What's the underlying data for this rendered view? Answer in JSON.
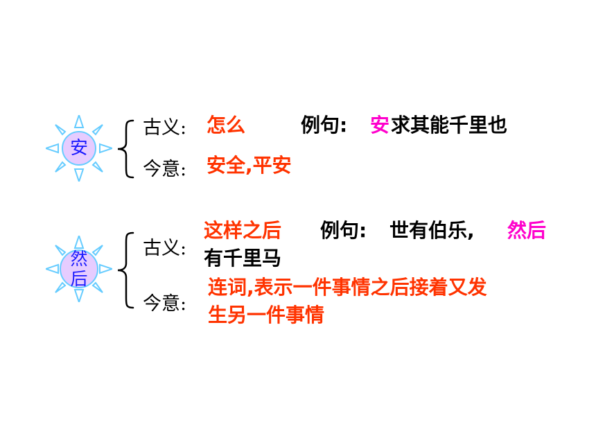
{
  "colors": {
    "sun_fill": "#e6ccff",
    "sun_rays": "#66ccff",
    "sun_text": "#1a1aff",
    "meaning_red": "#ff3300",
    "highlight_pink": "#ff00cc",
    "text_black": "#000000"
  },
  "entries": [
    {
      "word": "安",
      "ancient_label": "古义:",
      "ancient_meaning": "怎么",
      "example_label": "例句:",
      "example_highlight": "安",
      "example_rest": "求其能千里也",
      "modern_label": "今意:",
      "modern_meaning": "安全,平安"
    },
    {
      "word_line1": "然",
      "word_line2": "后",
      "ancient_label": "古义:",
      "ancient_meaning": "这样之后",
      "example_label": "例句:",
      "example_rest_1": "世有伯乐,",
      "example_highlight": "然后",
      "example_rest_2": "有千里马",
      "modern_label": "今意:",
      "modern_meaning_line1": "连词,表示一件事情之后接着又发",
      "modern_meaning_line2": "生另一件事情"
    }
  ]
}
